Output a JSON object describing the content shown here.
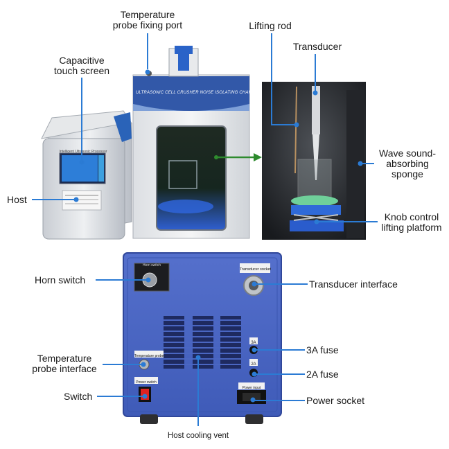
{
  "labels": {
    "temp_probe_port_1": "Temperature",
    "temp_probe_port_2": "probe fixing port",
    "touch_screen_1": "Capacitive",
    "touch_screen_2": "touch screen",
    "lifting_rod": "Lifting rod",
    "transducer": "Transducer",
    "sponge_1": "Wave sound-",
    "sponge_2": "absorbing",
    "sponge_3": "sponge",
    "host": "Host",
    "knob_platform_1": "Knob control",
    "knob_platform_2": "lifting platform",
    "horn_switch": "Horn switch",
    "transducer_interface": "Transducer interface",
    "fuse_3a": "3A fuse",
    "temp_probe_interface_1": "Temperature",
    "temp_probe_interface_2": "probe interface",
    "fuse_2a": "2A fuse",
    "switch": "Switch",
    "power_socket": "Power socket",
    "cooling_vent": "Host cooling vent"
  },
  "device_text": {
    "chamber_banner": "ULTRASONIC CELL CRUSHER NOISE ISOLATING CHAMBER",
    "panel_title": "Intelligent Ultrasonic Processor",
    "panel_transducer_socket": "Transducer socket",
    "panel_horn_switch": "Horn switch",
    "panel_temp_probe": "Temperature probe",
    "panel_power_switch": "Power switch",
    "panel_power_input": "Power input",
    "panel_3a": "3A",
    "panel_2a": "2A"
  },
  "colors": {
    "callout": "#2b7bd4",
    "arrow": "#2e8b2e",
    "panel": "#4a66c2",
    "chamber_banner": "#2a4fa0"
  }
}
